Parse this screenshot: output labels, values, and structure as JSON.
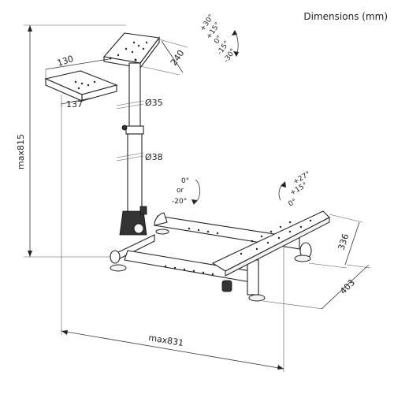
{
  "header": {
    "title": "Dimensions (mm)"
  },
  "dimensions": {
    "plate_depth_top": "240",
    "plate_width_small": "130",
    "plate_width_lower": "137",
    "upper_tube": "Ø35",
    "lower_tube": "Ø38",
    "height_max": "max815",
    "length_max": "max831",
    "pedal_plate_width": "336",
    "pedal_plate_depth": "403"
  },
  "angles": {
    "wheel_tilt": [
      "+30°",
      "+15°",
      "0°",
      "-15°",
      "-30°"
    ],
    "mast_tilt": [
      "0°",
      "or",
      "-20°"
    ],
    "pedal_tilt": [
      "+27°",
      "+15°",
      "0°"
    ]
  }
}
